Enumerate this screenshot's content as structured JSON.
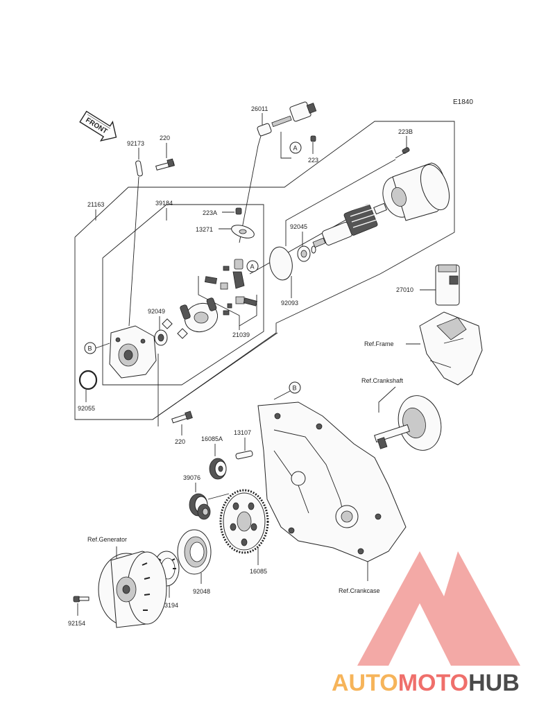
{
  "diagram_code": "E1840",
  "front_arrow_label": "FRONT",
  "callouts": {
    "A": "A",
    "B": "B"
  },
  "part_labels": {
    "p26011": "26011",
    "p223": "223",
    "p223B": "223B",
    "p92173": "92173",
    "p220_top": "220",
    "p21163": "21163",
    "p39184": "39184",
    "p223A": "223A",
    "p13271": "13271",
    "p92045": "92045",
    "p92093": "92093",
    "p27010": "27010",
    "p92049": "92049",
    "p21039": "21039",
    "p92055": "92055",
    "p220_bottom": "220",
    "p16085A": "16085A",
    "p13107": "13107",
    "p39076": "39076",
    "p16085": "16085",
    "p92048": "92048",
    "p13194": "13194",
    "p92154": "92154"
  },
  "ref_labels": {
    "frame": "Ref.Frame",
    "crankshaft": "Ref.Crankshaft",
    "generator": "Ref.Generator",
    "crankcase": "Ref.Crankcase"
  },
  "watermark": {
    "part1": "AUTO",
    "part2": "MOTO",
    "part3": "HUB",
    "color_light": "#f6b45a",
    "color_accent": "#ef6f6b",
    "color_dark": "#4a4a4a",
    "logo_color": "#f19a97"
  }
}
